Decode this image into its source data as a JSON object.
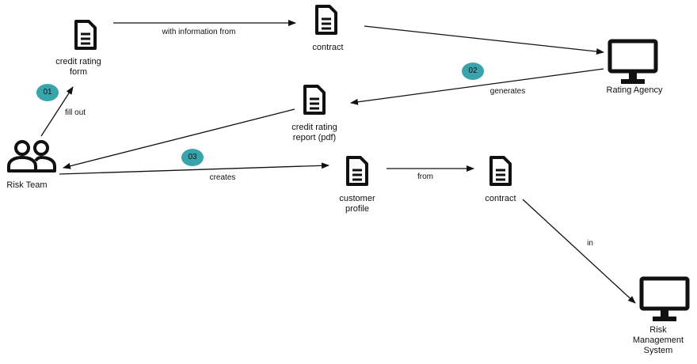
{
  "colors": {
    "badge": "#3aa4ad",
    "stroke": "#111111"
  },
  "nodes": {
    "credit_rating_form": {
      "label": "credit rating\nform",
      "icon": "document-icon"
    },
    "contract_top": {
      "label": "contract",
      "icon": "document-icon"
    },
    "rating_agency": {
      "label": "Rating Agency",
      "icon": "monitor-icon"
    },
    "credit_rating_report": {
      "label": "credit rating\nreport (pdf)",
      "icon": "document-icon"
    },
    "risk_team": {
      "label": "Risk Team",
      "icon": "users-icon"
    },
    "customer_profile": {
      "label": "customer\nprofile",
      "icon": "document-icon"
    },
    "contract_mid": {
      "label": "contract",
      "icon": "document-icon"
    },
    "risk_management_system": {
      "label": "Risk\nManagement\nSystem",
      "icon": "monitor-icon"
    }
  },
  "edges": {
    "with_information_from": "with information from",
    "generates": "generates",
    "fill_out": "fill out",
    "creates": "creates",
    "from": "from",
    "in": "in"
  },
  "steps": {
    "step_01": "01",
    "step_02": "02",
    "step_03": "03"
  }
}
